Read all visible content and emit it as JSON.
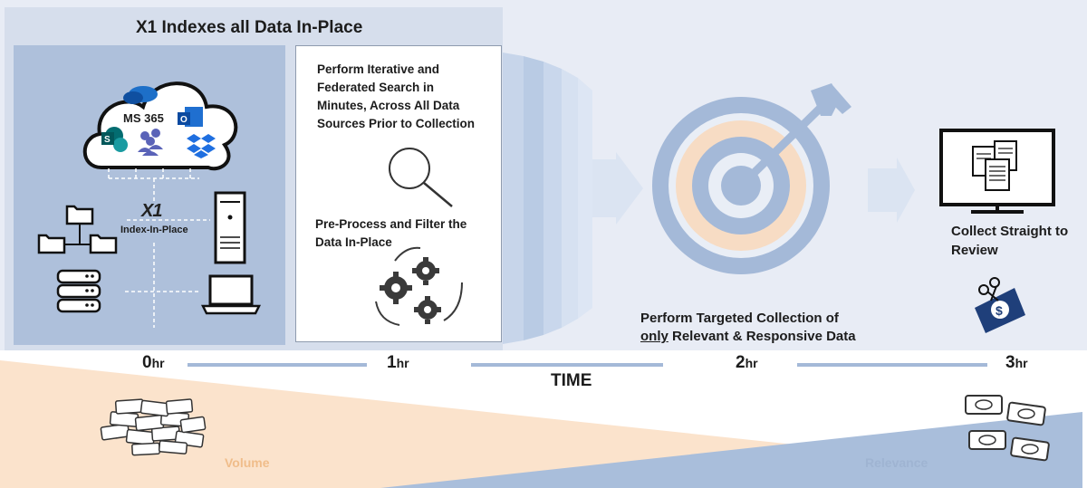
{
  "title": "X1 Indexes all Data In-Place",
  "cloud": {
    "label": "MS 365"
  },
  "index": {
    "logo": "X1",
    "label": "Index-In-Place"
  },
  "search_card": {
    "search_text": "Perform Iterative and Federated Search in Minutes, Across All Data Sources Prior to Collection",
    "preprocess_text": "Pre-Process and Filter the Data In-Place"
  },
  "target": {
    "text_line1": "Perform Targeted Collection of",
    "text_line2_underlined": "only",
    "text_line2_rest": " Relevant & Responsive Data"
  },
  "review": {
    "text": "Collect Straight to Review"
  },
  "timeline": {
    "title": "TIME",
    "ticks": [
      {
        "num": "0",
        "unit": "hr"
      },
      {
        "num": "1",
        "unit": "hr"
      },
      {
        "num": "2",
        "unit": "hr"
      },
      {
        "num": "3",
        "unit": "hr"
      }
    ]
  },
  "volume_label": "Volume",
  "relevance_label": "Relevance",
  "colors": {
    "panel_blue": "#aec0db",
    "navy": "#1f3f7a",
    "volume_orange": "#f0bd8a",
    "relevance_blue": "#9fb4d2",
    "target_peach": "#f7dcc4"
  },
  "icons": [
    "cloud-icon",
    "onedrive-icon",
    "outlook-icon",
    "sharepoint-icon",
    "teams-icon",
    "dropbox-icon",
    "folder-tree-icon",
    "server-stack-icon",
    "desktop-tower-icon",
    "laptop-icon",
    "magnifier-icon",
    "gears-icon",
    "target-icon",
    "monitor-documents-icon",
    "scissors-cash-icon",
    "disk-pile-icon",
    "disks-icon"
  ]
}
